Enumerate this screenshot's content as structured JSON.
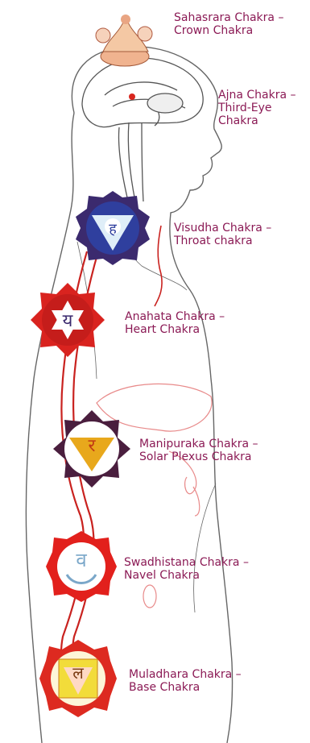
{
  "colors": {
    "label_text": "#8b1a55",
    "outline": "#555555",
    "nerve_red": "#c9221f",
    "crown_lotus": "#f0b38f",
    "visudha_outer": "#3b2a6e",
    "visudha_inner": "#2f3f9e",
    "visudha_triangle": "#dfeef8",
    "anahata_petals": "#d9231f",
    "manipura_outer": "#4a1e3e",
    "manipura_triangle": "#e8a81c",
    "swadhisthana": "#e2201c",
    "muladhara": "#dd2a20",
    "muladhara_square": "#f2dc3a"
  },
  "chakras": [
    {
      "id": "sahasrara",
      "line1": "Sahasrara Chakra –",
      "line2": "Crown Chakra",
      "symbol": "lotus-crown"
    },
    {
      "id": "ajna",
      "line1": "Ajna Chakra –",
      "line2": "Third-Eye",
      "line3": "Chakra",
      "symbol": "bindu"
    },
    {
      "id": "visudha",
      "line1": "Visudha Chakra –",
      "line2": "Throat chakra",
      "symbol": "ह"
    },
    {
      "id": "anahata",
      "line1": "Anahata Chakra –",
      "line2": "Heart Chakra",
      "symbol": "य"
    },
    {
      "id": "manipura",
      "line1": "Manipuraka Chakra –",
      "line2": "Solar Plexus Chakra",
      "symbol": "र"
    },
    {
      "id": "swadhisthana",
      "line1": "Swadhistana Chakra –",
      "line2": "Navel Chakra",
      "symbol": "व"
    },
    {
      "id": "muladhara",
      "line1": "Muladhara Chakra –",
      "line2": "Base Chakra",
      "symbol": "ल"
    }
  ]
}
